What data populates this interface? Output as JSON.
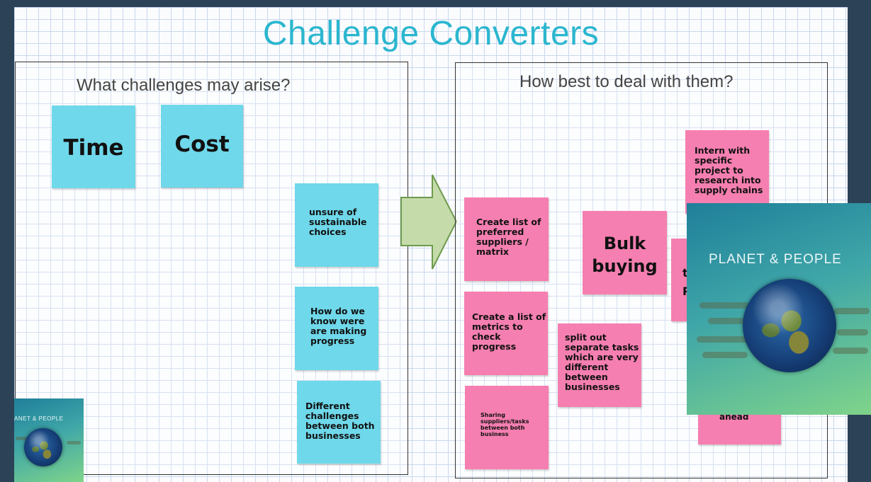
{
  "board": {
    "title": "Challenge Converters",
    "grid_color": "#c9d7ee",
    "accent": "#2bb6cf"
  },
  "left_frame": {
    "heading": "What challenges may arise?",
    "notes": [
      {
        "id": "time",
        "text": "Time"
      },
      {
        "id": "cost",
        "text": "Cost"
      },
      {
        "id": "sustainable",
        "lines": [
          "unsure of",
          "sustainable",
          "choices"
        ]
      },
      {
        "id": "progress",
        "lines": [
          "How do we",
          "know were",
          "are making",
          "progress"
        ]
      },
      {
        "id": "different",
        "lines": [
          "Different",
          "challenges",
          "between both",
          "businesses"
        ]
      }
    ]
  },
  "right_frame": {
    "heading": "How best to deal with them?",
    "notes": [
      {
        "id": "intern",
        "lines": [
          "Intern with",
          "specific",
          "project to",
          "research into",
          "supply chains"
        ]
      },
      {
        "id": "suppliers-list",
        "lines": [
          "Create list of",
          "preferred",
          "suppliers /",
          "matrix"
        ]
      },
      {
        "id": "bulk",
        "lines": [
          "Bulk",
          "buying"
        ]
      },
      {
        "id": "metrics",
        "lines": [
          "Create a list of",
          "metrics to",
          "check",
          "progress"
        ]
      },
      {
        "id": "split",
        "lines": [
          "split out",
          "separate tasks",
          "which are very",
          "different",
          "between",
          "businesses"
        ]
      },
      {
        "id": "sharing",
        "lines": [
          "Sharing",
          "suppliers/tasks",
          "between both",
          "business"
        ]
      },
      {
        "id": "partial-1",
        "lines": [
          "t",
          "P"
        ]
      },
      {
        "id": "partial-2",
        "lines": [
          "ahead"
        ]
      }
    ]
  },
  "arrow": {
    "color": "#c5dcaa",
    "stroke": "#6e9a4e"
  },
  "overlays": {
    "large_badge_text": "PLANET & PEOPLE",
    "small_badge_text": "ANET & PEOPLE"
  }
}
